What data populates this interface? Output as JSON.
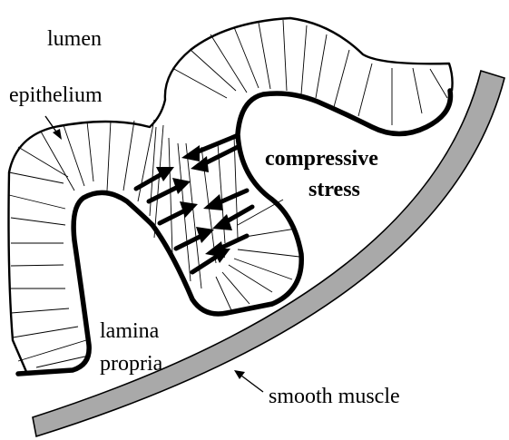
{
  "labels": {
    "lumen": "lumen",
    "epithelium": "epithelium",
    "compressive_line1": "compressive",
    "compressive_line2": "stress",
    "lamina_line1": "lamina",
    "lamina_line2": "propria",
    "smooth_muscle": "smooth muscle"
  },
  "colors": {
    "muscle_fill": "#a9a9a9",
    "ink": "#000000",
    "background": "#ffffff"
  }
}
